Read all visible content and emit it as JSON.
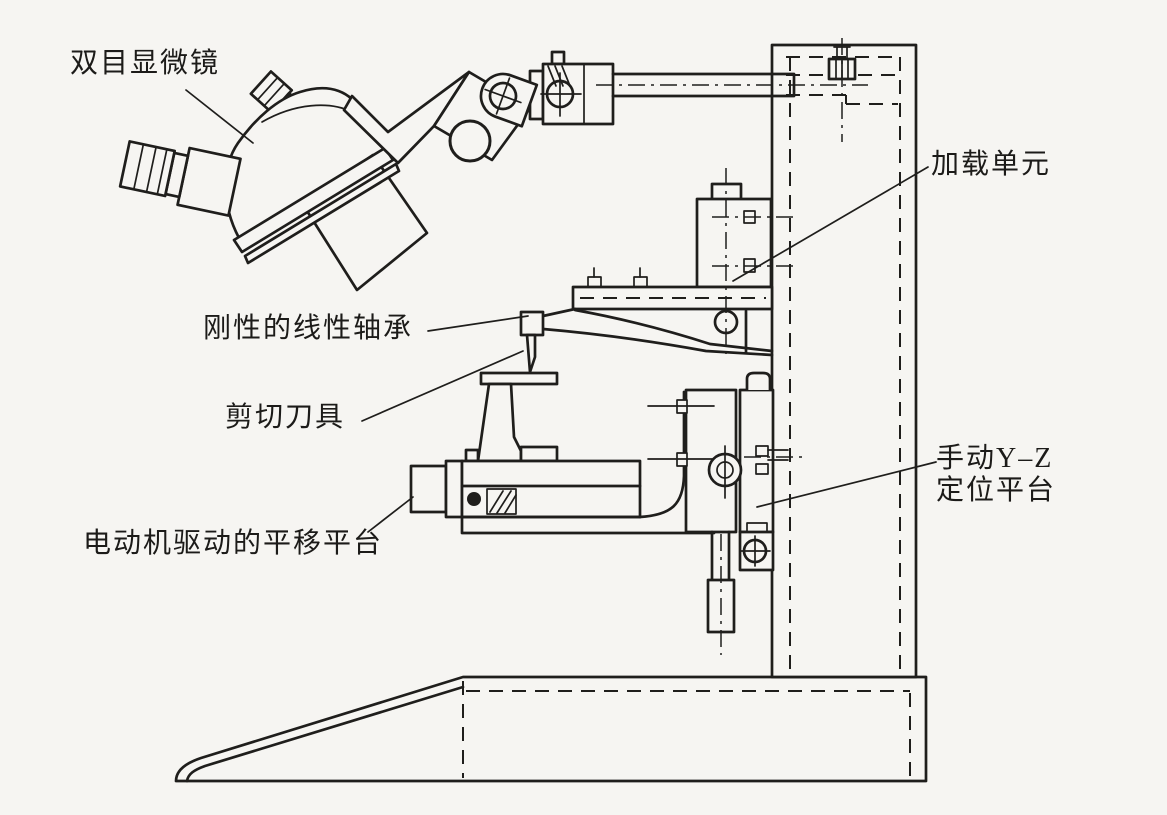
{
  "figure": {
    "type": "technical-line-drawing",
    "subject": "micro-shear testing apparatus with binocular microscope",
    "paper_color": "#f6f5f2",
    "ink_color": "#1f1e1c",
    "labels": {
      "microscope": "双目显微镜",
      "loading_unit": "加载单元",
      "linear_bearing": "刚性的线性轴承",
      "shear_tool": "剪切刀具",
      "translation_stage": "电动机驱动的平移平台",
      "yz_stage_line1": "手动Y–Z",
      "yz_stage_line2": "定位平台"
    }
  }
}
